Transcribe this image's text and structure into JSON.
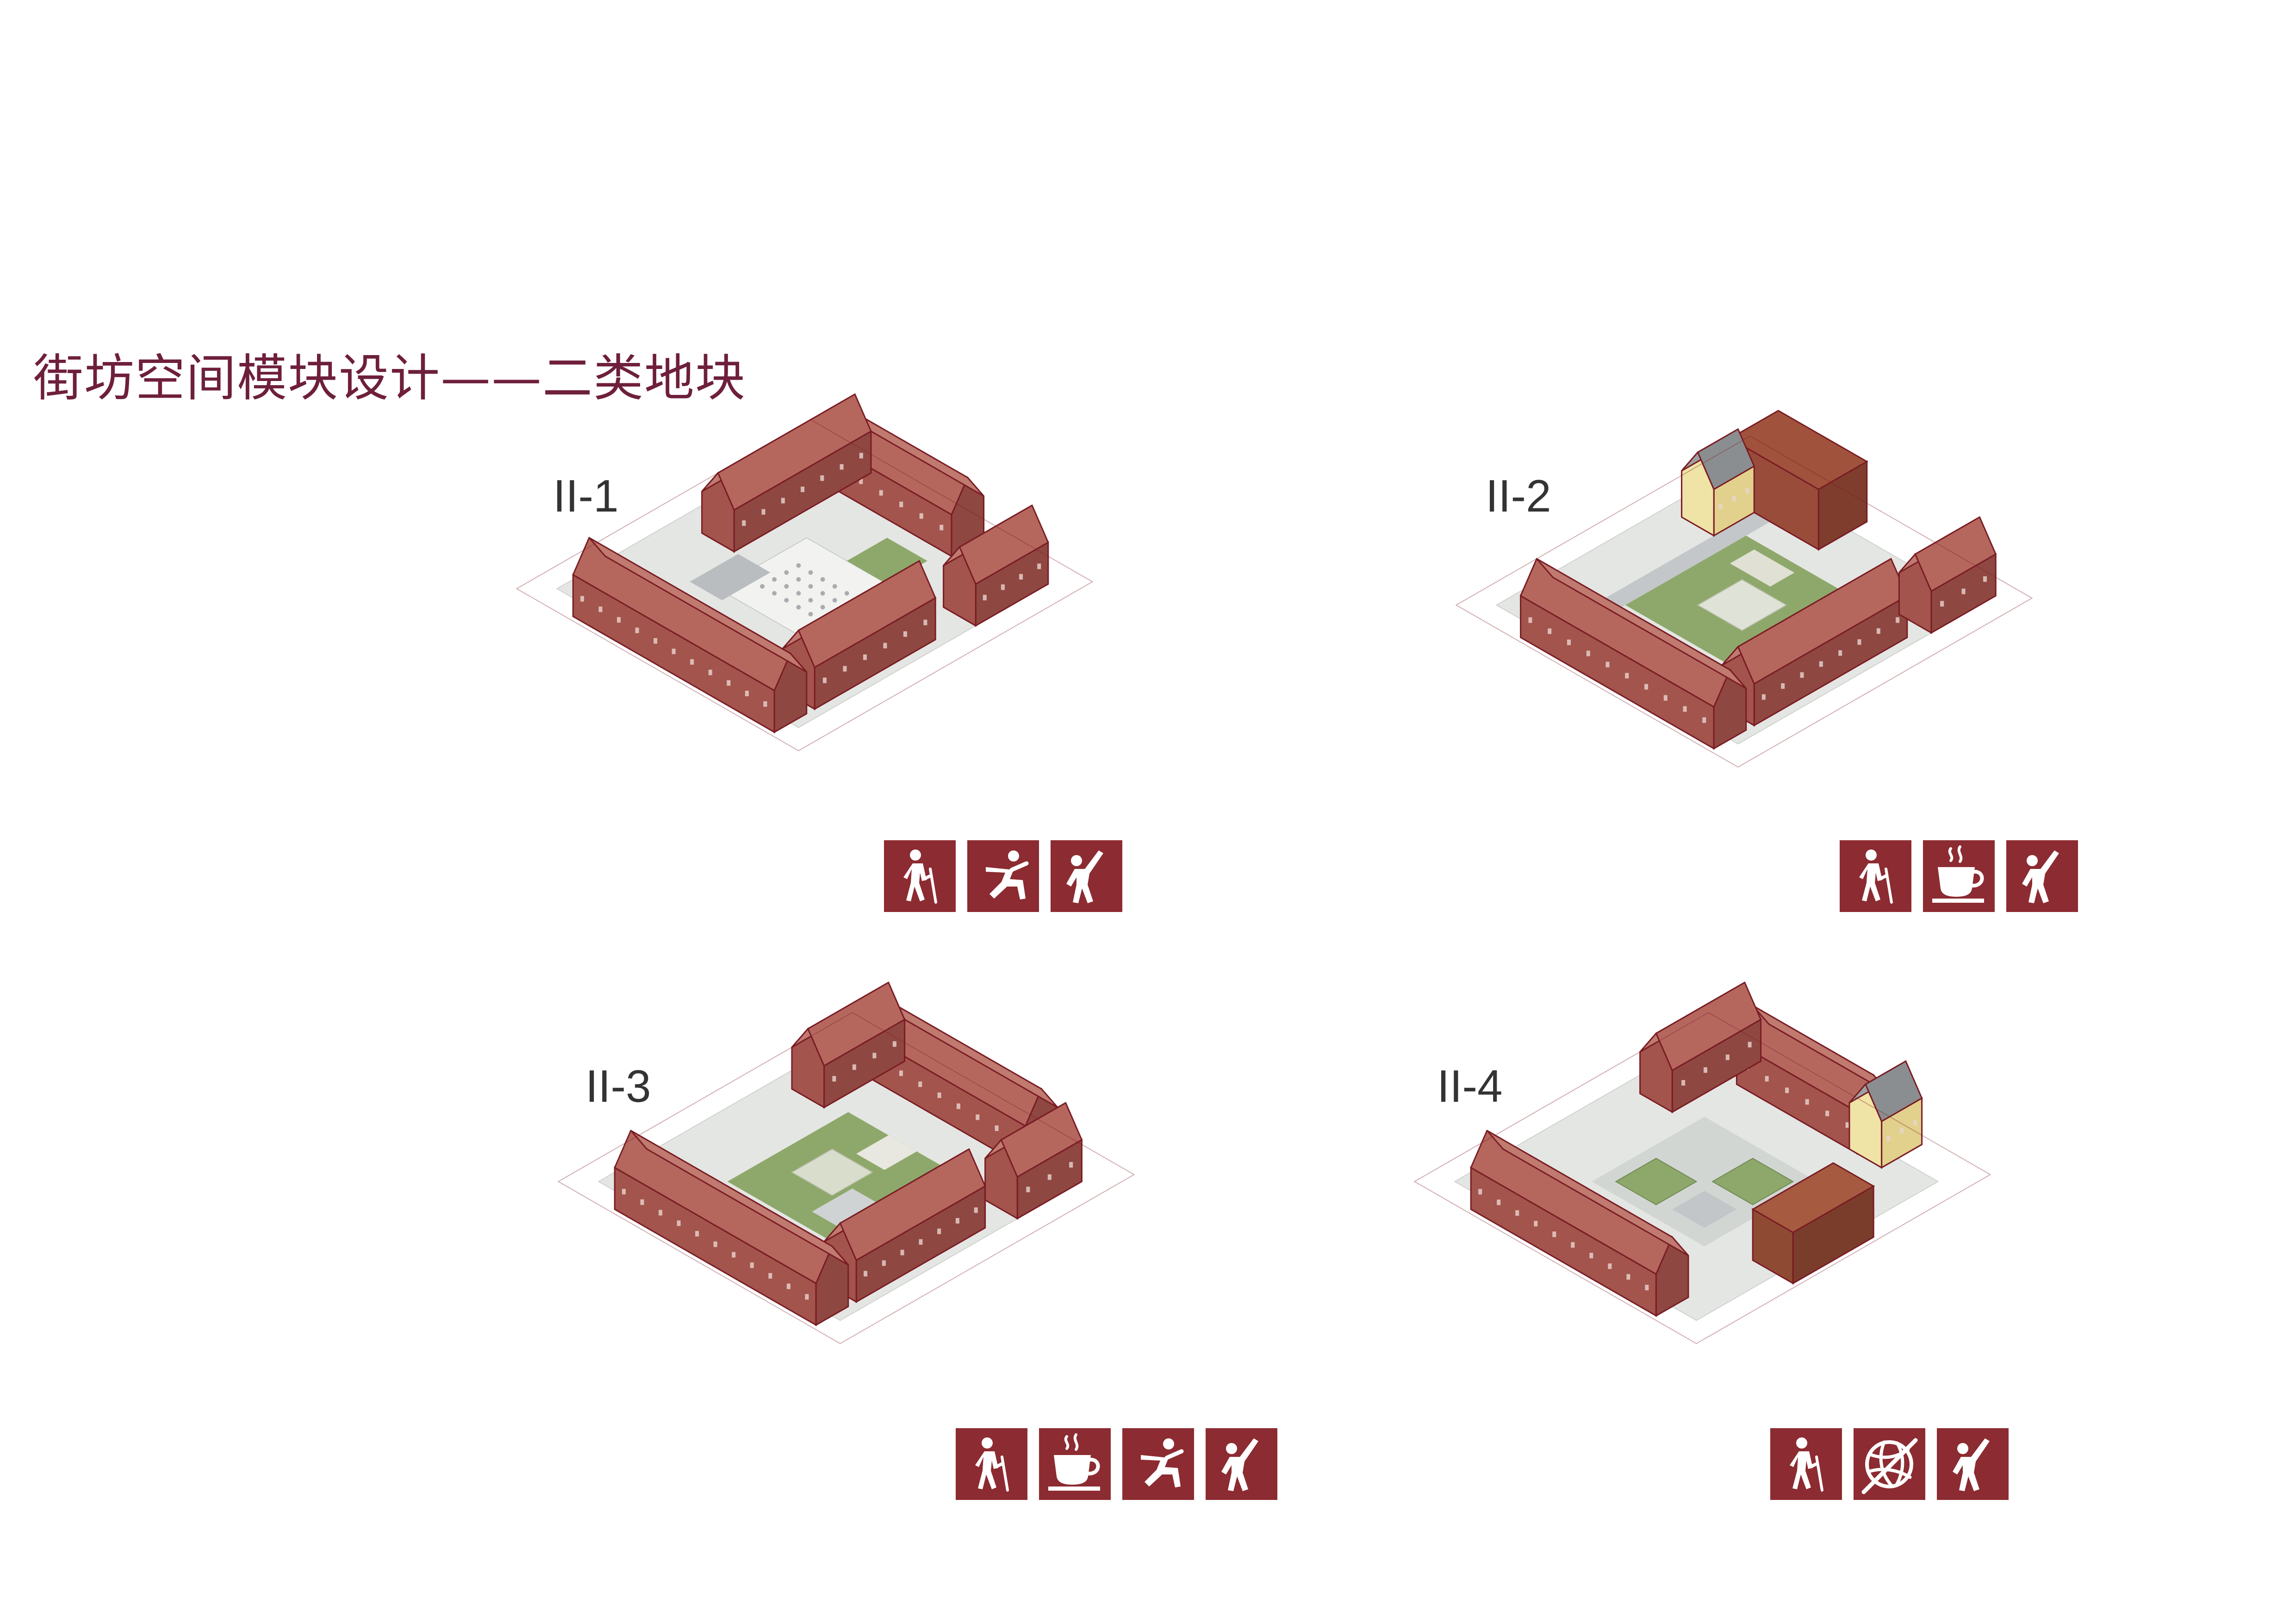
{
  "title": "街坊空间模块设计——二类地块",
  "colors": {
    "title": "#6e1f3c",
    "icon_bg": "#8c2b31",
    "outline": "#7a1c24",
    "brick_top": "#b5675e",
    "brick_left": "#a3544d",
    "brick_right": "#8f4741",
    "flat_roof": "#a0523d",
    "yellow_building": "#f0e3a6",
    "green": "#8ea86b",
    "paving": "#e4e6e3"
  },
  "blocks": [
    {
      "id": "II-1",
      "label": "II-1",
      "icons": [
        "hiking-icon",
        "tai-chi-icon",
        "exercise-icon"
      ]
    },
    {
      "id": "II-2",
      "label": "II-2",
      "icons": [
        "hiking-icon",
        "coffee-icon",
        "exercise-icon"
      ]
    },
    {
      "id": "II-3",
      "label": "II-3",
      "icons": [
        "hiking-icon",
        "coffee-icon",
        "tai-chi-icon",
        "exercise-icon"
      ]
    },
    {
      "id": "II-4",
      "label": "II-4",
      "icons": [
        "hiking-icon",
        "ball-icon",
        "exercise-icon"
      ]
    }
  ]
}
